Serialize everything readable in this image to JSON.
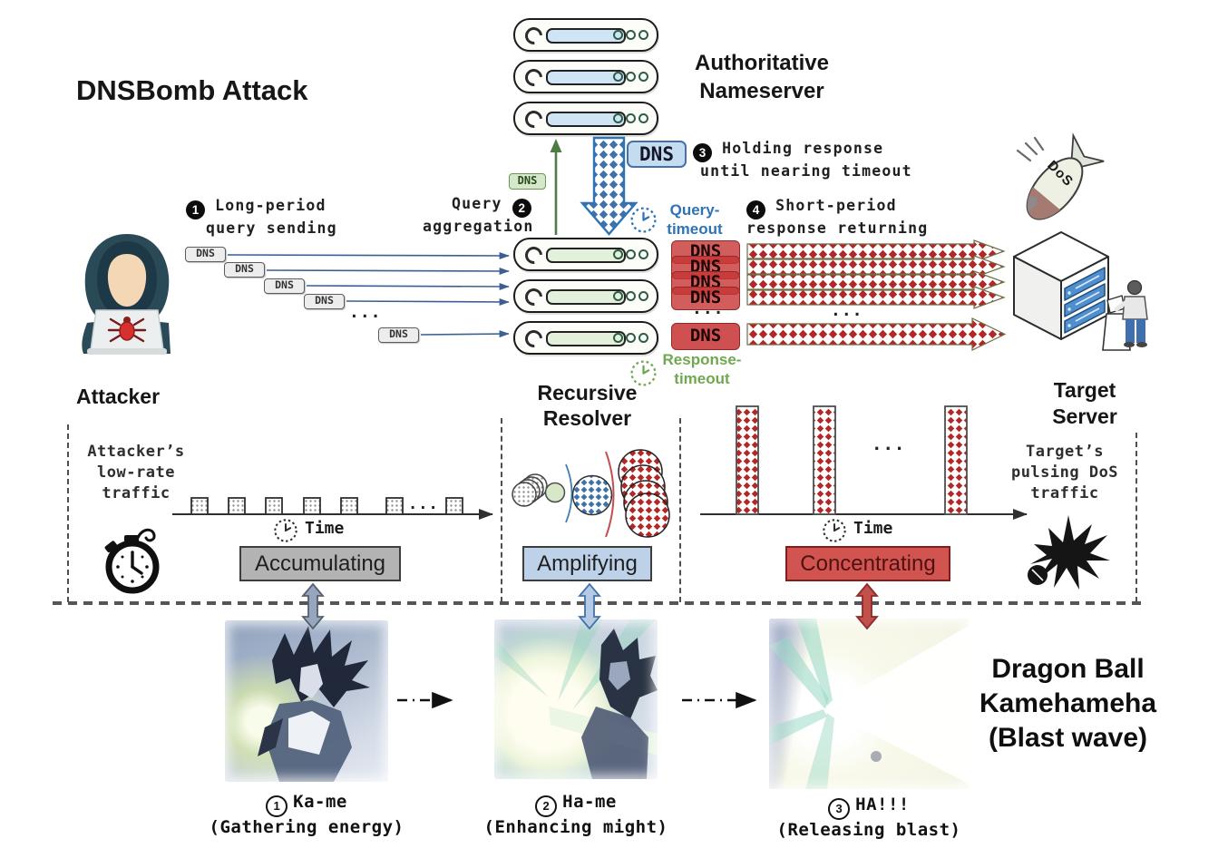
{
  "title": "DNSBomb Attack",
  "ellipsis": "...",
  "dns_badge": "DNS",
  "dos_bomb_label": "DoS",
  "nodes": {
    "authoritative": {
      "line1": "Authoritative",
      "line2": "Nameserver"
    },
    "resolver": {
      "line1": "Recursive",
      "line2": "Resolver"
    },
    "attacker": {
      "label": "Attacker"
    },
    "target": {
      "line1": "Target",
      "line2": "Server"
    }
  },
  "steps": {
    "one": {
      "num": "1",
      "line1": "Long-period",
      "line2": "query sending"
    },
    "two": {
      "num": "2",
      "line1": "Query",
      "line2": "aggregation"
    },
    "three": {
      "num": "3",
      "line1": "Holding response",
      "line2": "until nearing timeout"
    },
    "four": {
      "num": "4",
      "line1": "Short-period",
      "line2": "response returning"
    }
  },
  "timeouts": {
    "query": {
      "line1": "Query-",
      "line2": "timeout"
    },
    "response": {
      "line1": "Response-",
      "line2": "timeout"
    }
  },
  "phases": {
    "accumulating": {
      "label": "Accumulating",
      "desc1": "Attacker’s",
      "desc2": "low-rate",
      "desc3": "traffic",
      "time": "Time"
    },
    "amplifying": {
      "label": "Amplifying"
    },
    "concentrating": {
      "label": "Concentrating",
      "desc1": "Target’s",
      "desc2": "pulsing DoS",
      "desc3": "traffic",
      "time": "Time"
    }
  },
  "kamehameha": {
    "line1": "Dragon Ball",
    "line2": "Kamehameha",
    "line3": "(Blast wave)",
    "frames": [
      {
        "num": "1",
        "name": "Ka-me",
        "desc": "(Gathering energy)"
      },
      {
        "num": "2",
        "name": "Ha-me",
        "desc": "(Enhancing might)"
      },
      {
        "num": "3",
        "name": "HA!!!",
        "desc": "(Releasing blast)"
      }
    ]
  },
  "colors": {
    "blue_accent": "#2e74b5",
    "green_accent": "#6fa84e",
    "red_diamond": "#b22727",
    "accumulating_bg": "#b3b3b3",
    "amplifying_bg": "#bdd2e8",
    "concentrating_bg": "#d15450",
    "concentrating_text": "#4f1210",
    "badge_gray_bg": "#ededed",
    "badge_green_bg": "#d6e8ca",
    "badge_blue_bg": "#c5dcf0",
    "badge_red_bg": "#ce5050",
    "server_slot_blue": "#cfe4f4",
    "server_slot_green": "#e3f0dc"
  }
}
